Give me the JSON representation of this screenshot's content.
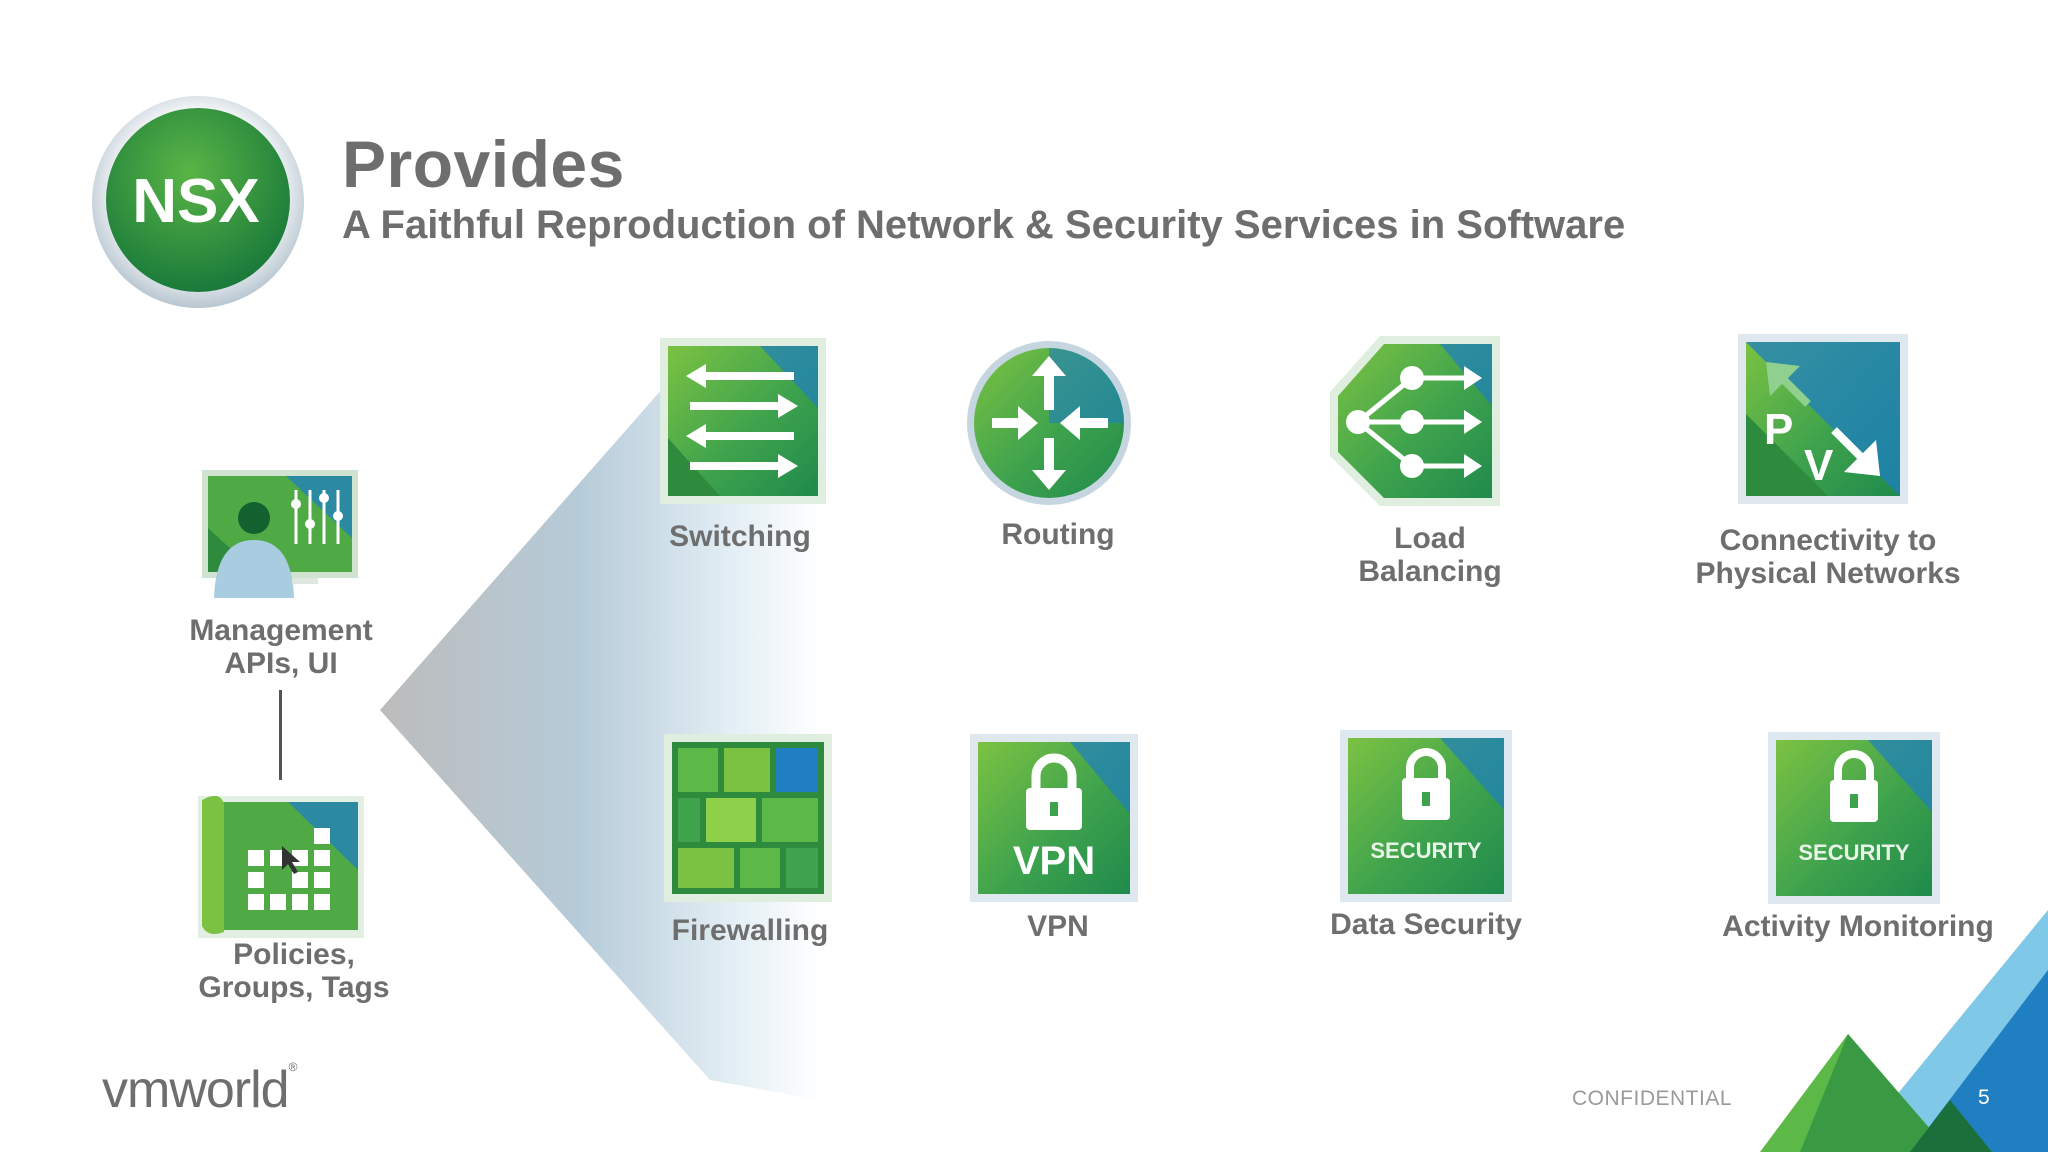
{
  "header": {
    "logo_text": "NSX",
    "title": "Provides",
    "subtitle": "A Faithful Reproduction of Network & Security Services in Software"
  },
  "left_panel": {
    "management_label_line1": "Management",
    "management_label_line2": "APIs, UI",
    "policies_label_line1": "Policies,",
    "policies_label_line2": "Groups, Tags"
  },
  "services": {
    "switching": "Switching",
    "routing": "Routing",
    "load_balancing_line1": "Load",
    "load_balancing_line2": "Balancing",
    "connectivity_line1": "Connectivity to",
    "connectivity_line2": "Physical Networks",
    "firewalling": "Firewalling",
    "vpn": "VPN",
    "vpn_icon_text": "VPN",
    "data_security": "Data Security",
    "activity_monitoring": "Activity Monitoring",
    "security_icon_text": "SECURITY",
    "pv_p": "P",
    "pv_v": "V"
  },
  "footer": {
    "brand": "vmworld",
    "confidential": "CONFIDENTIAL",
    "page_number": "5"
  },
  "colors": {
    "green_dark": "#2e8b3e",
    "green_light": "#7cc242",
    "blue": "#1f7fc1",
    "text_gray": "#6e6e6e"
  }
}
